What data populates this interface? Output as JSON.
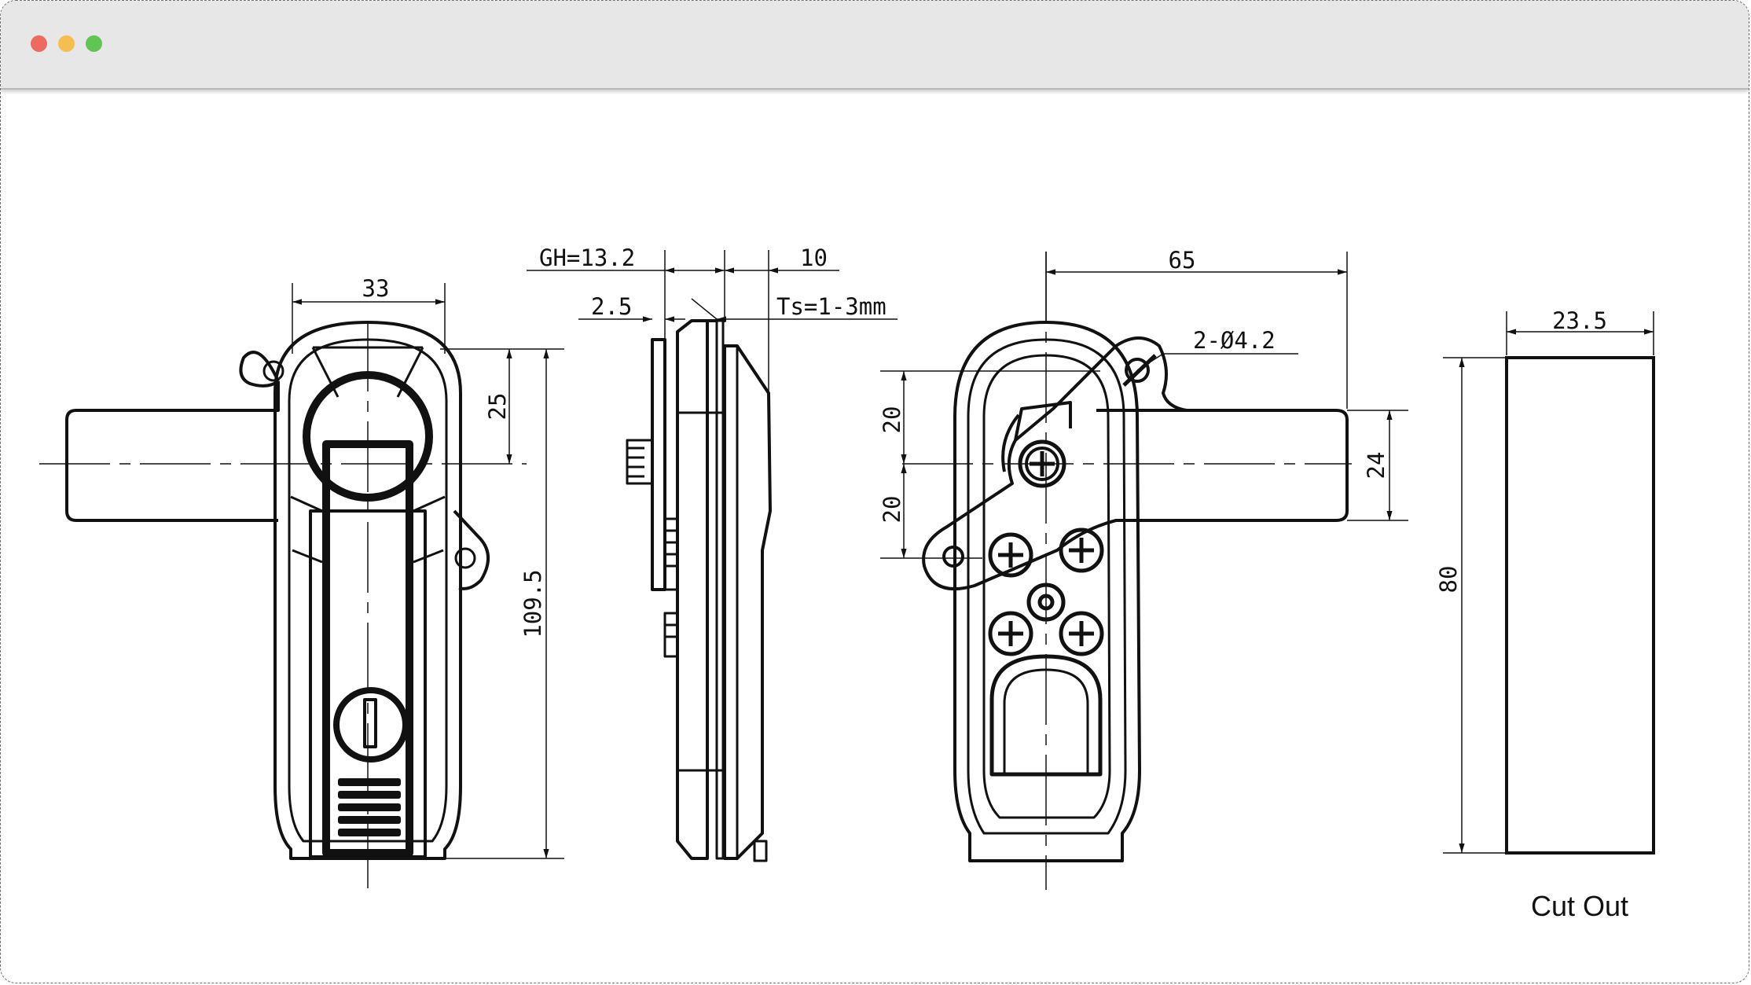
{
  "window": {
    "controls": [
      {
        "name": "close",
        "color": "#ec6a5e"
      },
      {
        "name": "minimize",
        "color": "#f4bf4f"
      },
      {
        "name": "maximize",
        "color": "#61c554"
      }
    ]
  },
  "drawing": {
    "front_view": {
      "width_dim": "33",
      "top_offset_dim": "25",
      "height_dim": "109.5"
    },
    "side_view": {
      "grip_height_dim": "GH=13.2",
      "flange_dim": "2.5",
      "depth_dim": "10",
      "panel_thickness_dim": "Ts=1-3mm"
    },
    "rear_view": {
      "length_dim": "65",
      "hole_dim": "2-Ø4.2",
      "upper_spacing_dim": "20",
      "lower_spacing_dim": "20",
      "handle_height_dim": "24"
    },
    "cutout": {
      "width_dim": "23.5",
      "height_dim": "80",
      "caption": "Cut Out"
    }
  }
}
